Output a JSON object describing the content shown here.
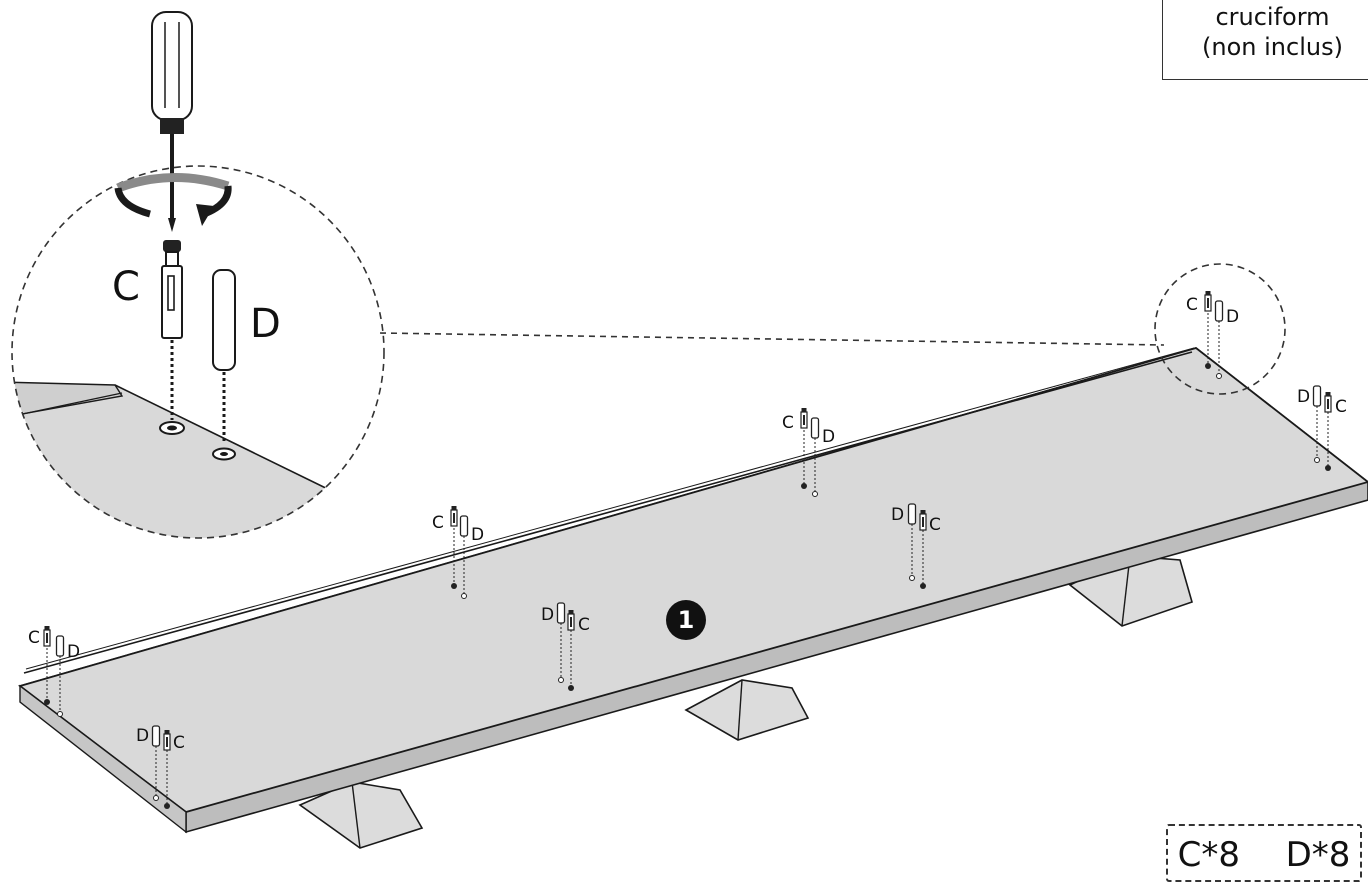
{
  "tool_note": {
    "line1": "cruciform",
    "line2": "(non inclus)"
  },
  "detail": {
    "label_c": "C",
    "label_d": "D"
  },
  "step_number": "1",
  "peg_labels": {
    "c": "C",
    "d": "D"
  },
  "quantity": "C*8  D*8",
  "icons": [
    "screwdriver-icon",
    "rotation-arrow-icon",
    "cam-bolt-icon",
    "wooden-dowel-icon"
  ],
  "colors": {
    "panel": "#d9d9d9",
    "edge": "#bdbdbd",
    "stroke": "#1a1a1a"
  }
}
